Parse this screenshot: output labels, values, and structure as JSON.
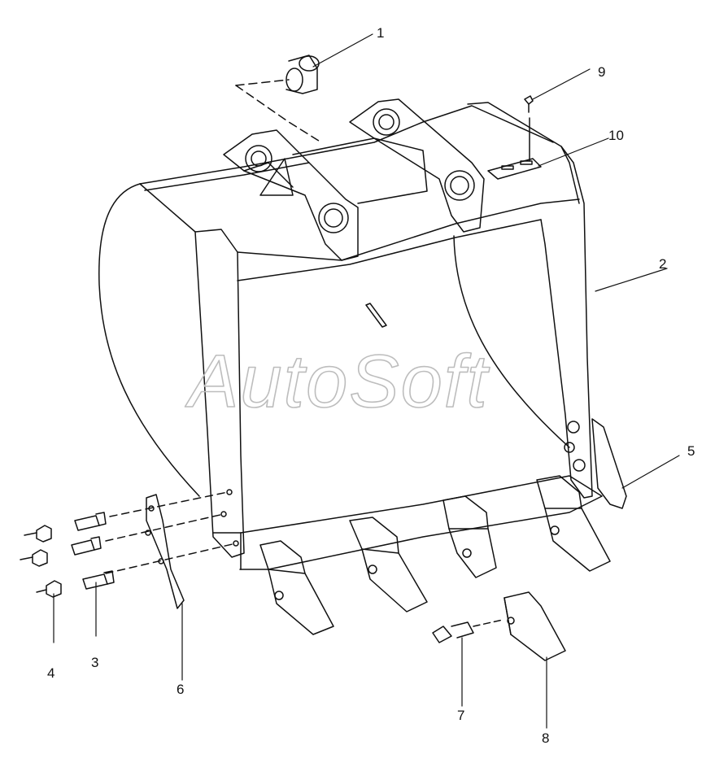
{
  "diagram": {
    "watermark": "AutoSoft",
    "callouts": [
      {
        "id": "1",
        "label": "1"
      },
      {
        "id": "2",
        "label": "2"
      },
      {
        "id": "3",
        "label": "3"
      },
      {
        "id": "4",
        "label": "4"
      },
      {
        "id": "5",
        "label": "5"
      },
      {
        "id": "6",
        "label": "6"
      },
      {
        "id": "7",
        "label": "7"
      },
      {
        "id": "8",
        "label": "8"
      },
      {
        "id": "9",
        "label": "9"
      },
      {
        "id": "10",
        "label": "10"
      }
    ]
  },
  "colors": {
    "line": "#111111",
    "watermark": "#bdbdbd",
    "background": "#ffffff"
  }
}
